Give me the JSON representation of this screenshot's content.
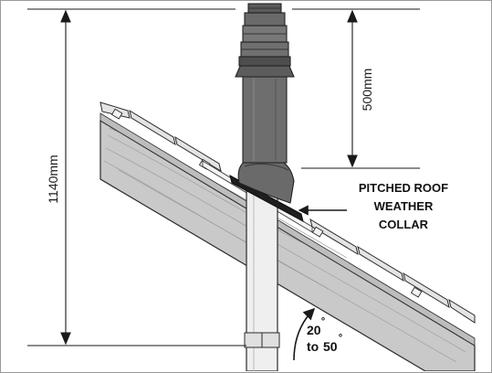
{
  "dimensions": {
    "total_height": "1140mm",
    "terminal_height": "500mm"
  },
  "callout": {
    "line1": "PITCHED ROOF",
    "line2": "WEATHER",
    "line3": "COLLAR"
  },
  "angle": {
    "from": "20",
    "to_prefix": "to",
    "to_value": "50",
    "degree_mark": "˚"
  },
  "colors": {
    "line": "#1a1a1a",
    "flue_dark": "#5e5e5e",
    "flue_mid": "#7a7a7a",
    "pipe": "#eeeeee",
    "roof_deck": "#c8c8c8",
    "tiles": "#dcdcdc"
  }
}
